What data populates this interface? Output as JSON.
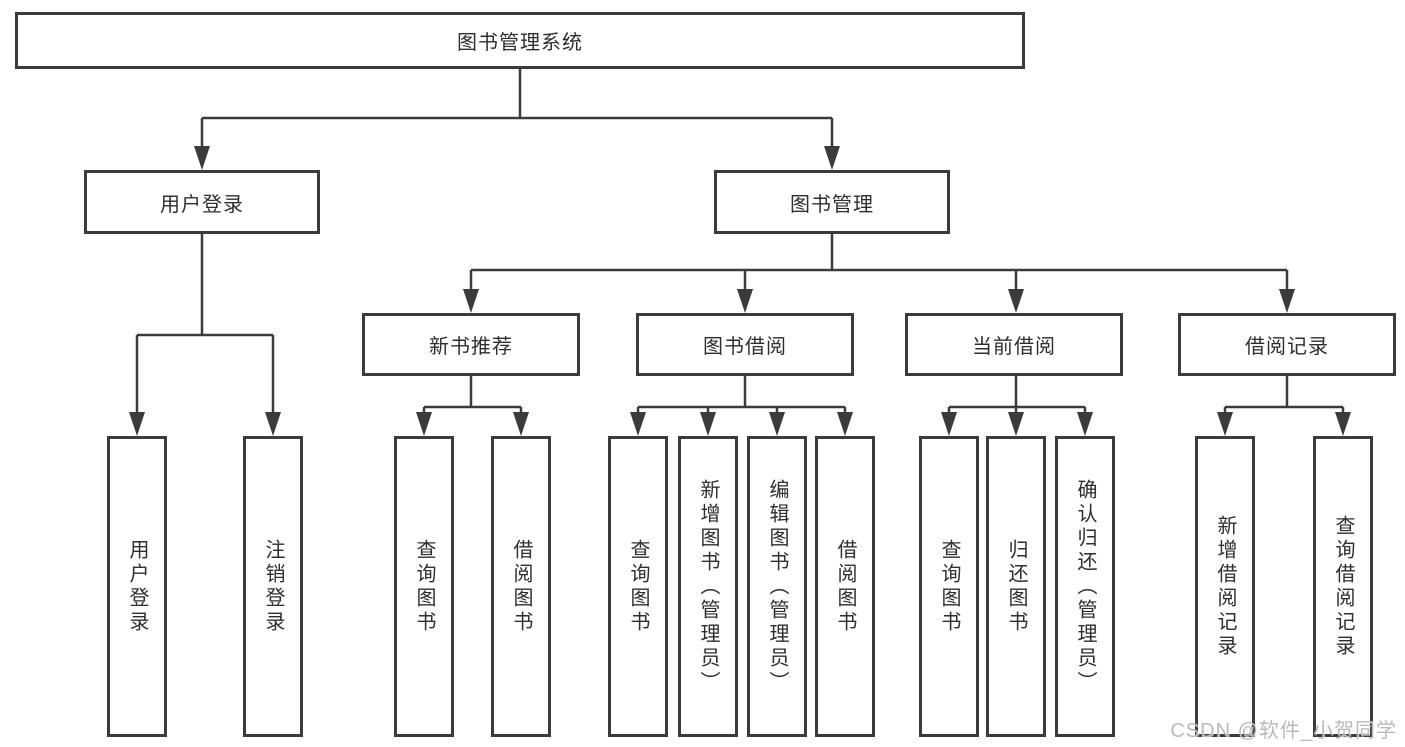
{
  "diagram": {
    "title": "图书管理系统",
    "tree": {
      "label": "图书管理系统",
      "children": [
        {
          "label": "用户登录",
          "children": [
            {
              "label": "用户登录"
            },
            {
              "label": "注销登录"
            }
          ]
        },
        {
          "label": "图书管理",
          "children": [
            {
              "label": "新书推荐",
              "children": [
                {
                  "label": "查询图书"
                },
                {
                  "label": "借阅图书"
                }
              ]
            },
            {
              "label": "图书借阅",
              "children": [
                {
                  "label": "查询图书"
                },
                {
                  "label": "新增图书（管理员）"
                },
                {
                  "label": "编辑图书（管理员）"
                },
                {
                  "label": "借阅图书"
                }
              ]
            },
            {
              "label": "当前借阅",
              "children": [
                {
                  "label": "查询图书"
                },
                {
                  "label": "归还图书"
                },
                {
                  "label": "确认归还（管理员）"
                }
              ]
            },
            {
              "label": "借阅记录",
              "children": [
                {
                  "label": "新增借阅记录"
                },
                {
                  "label": "查询借阅记录"
                }
              ]
            }
          ]
        }
      ]
    },
    "watermark": "CSDN @软件_小贺同学",
    "colors": {
      "line": "#3b3b3b",
      "text": "#2e2e2e",
      "background": "#ffffff",
      "watermark": "#b9b9b9"
    }
  }
}
